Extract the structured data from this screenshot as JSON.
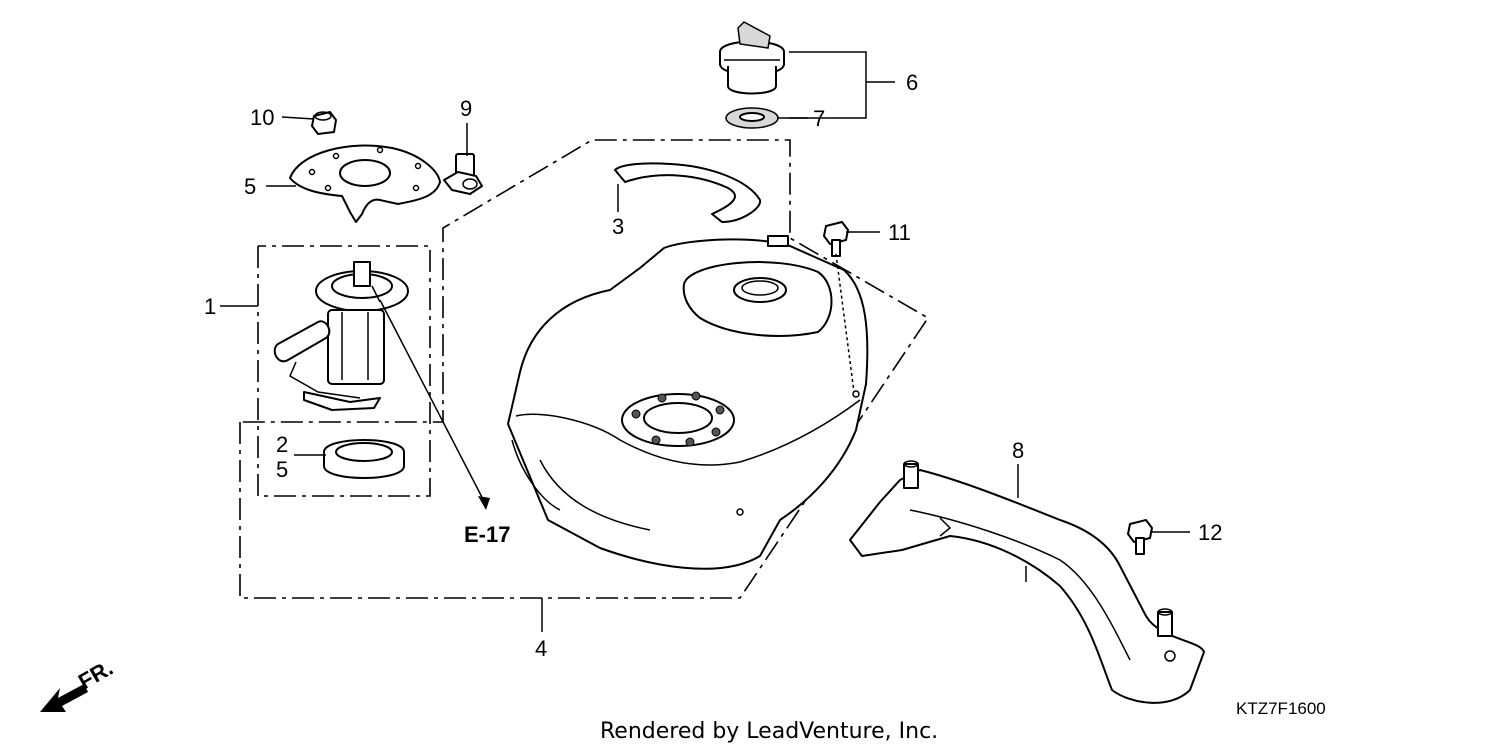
{
  "callouts": {
    "c1": "1",
    "c2": "2",
    "c3": "3",
    "c4": "4",
    "c5a": "5",
    "c5b": "5",
    "c6": "6",
    "c7": "7",
    "c8": "8",
    "c9": "9",
    "c10": "10",
    "c11": "11",
    "c12": "12"
  },
  "reference": "E-17",
  "direction": "FR.",
  "diagram_code": "KTZ7F1600",
  "credit": "Rendered by LeadVenture, Inc."
}
